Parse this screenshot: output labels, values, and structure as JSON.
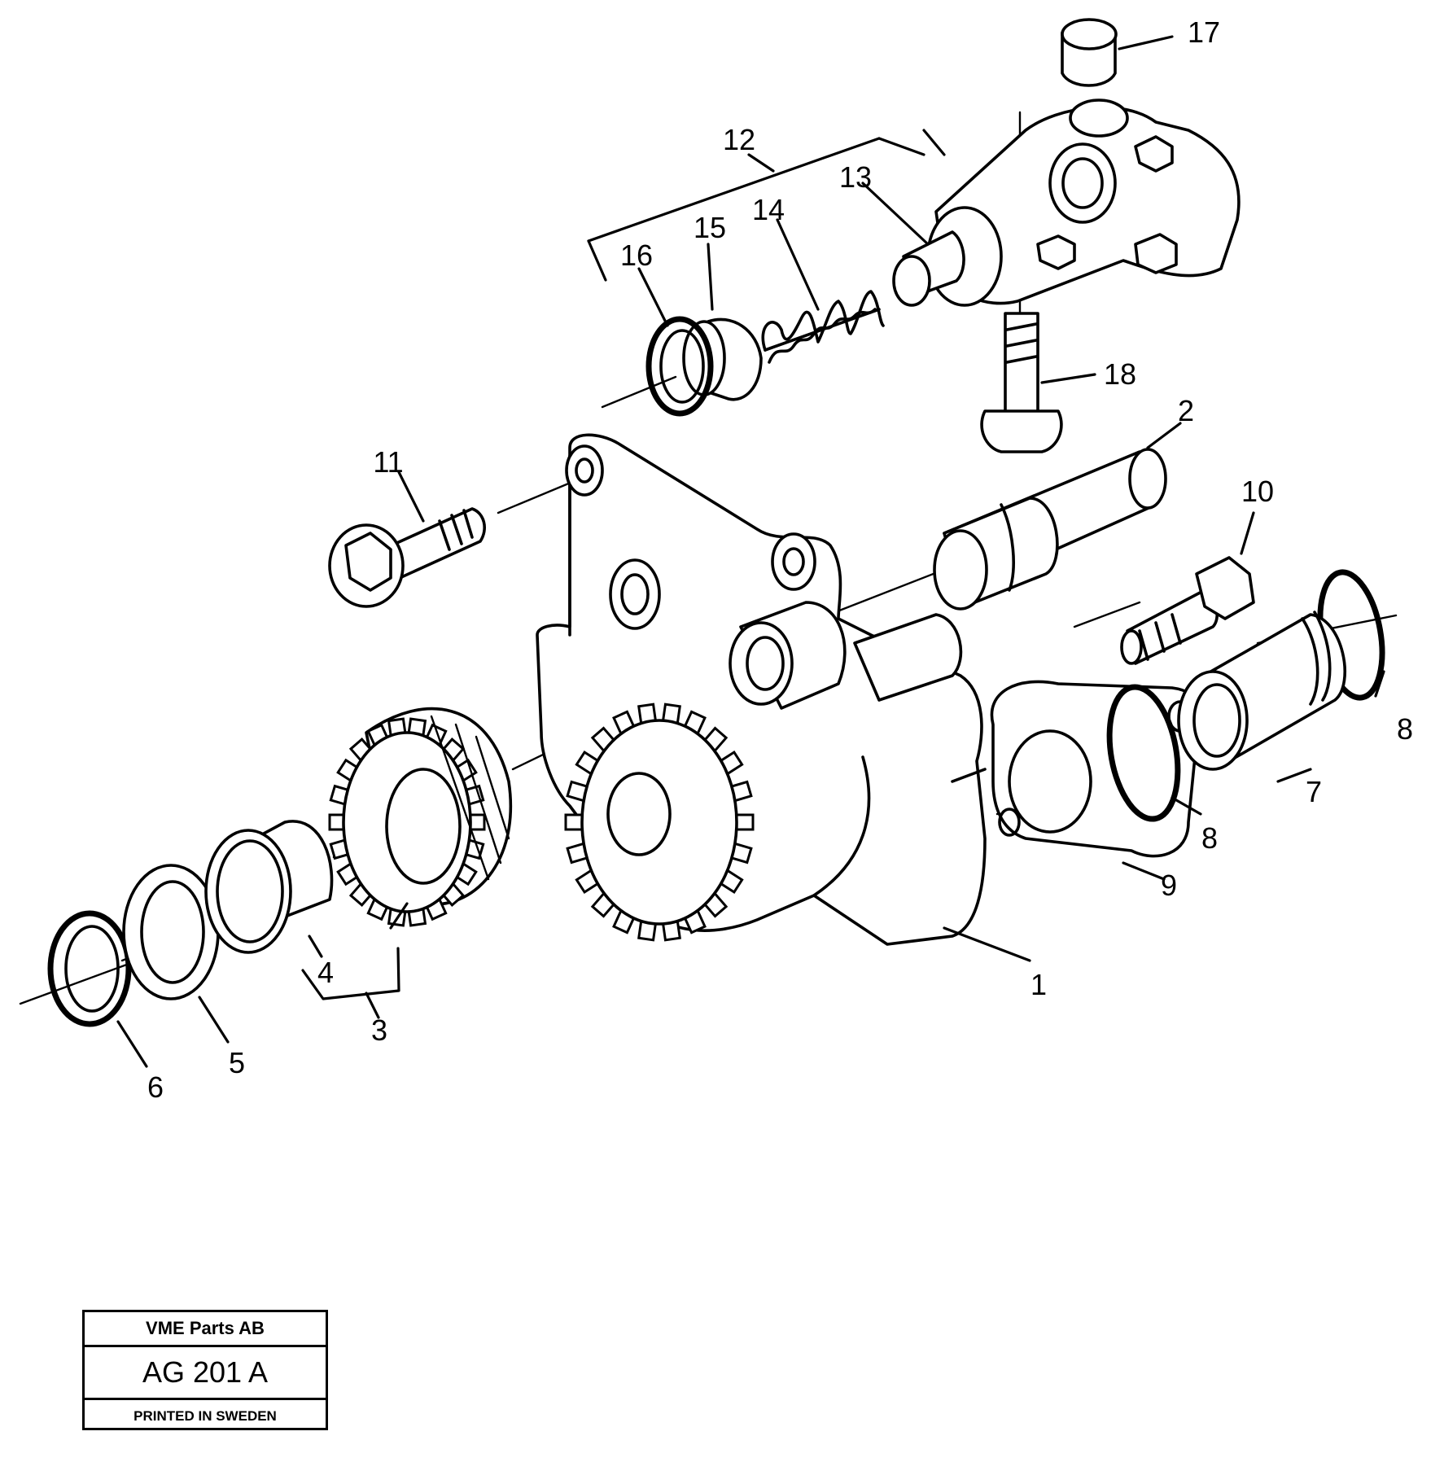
{
  "diagram": {
    "callouts": [
      "1",
      "2",
      "3",
      "4",
      "5",
      "6",
      "7",
      "8",
      "8",
      "9",
      "10",
      "11",
      "12",
      "13",
      "14",
      "15",
      "16",
      "17",
      "18"
    ]
  },
  "title_block": {
    "company": "VME Parts AB",
    "code": "AG 201 A",
    "printed": "PRINTED IN SWEDEN"
  }
}
